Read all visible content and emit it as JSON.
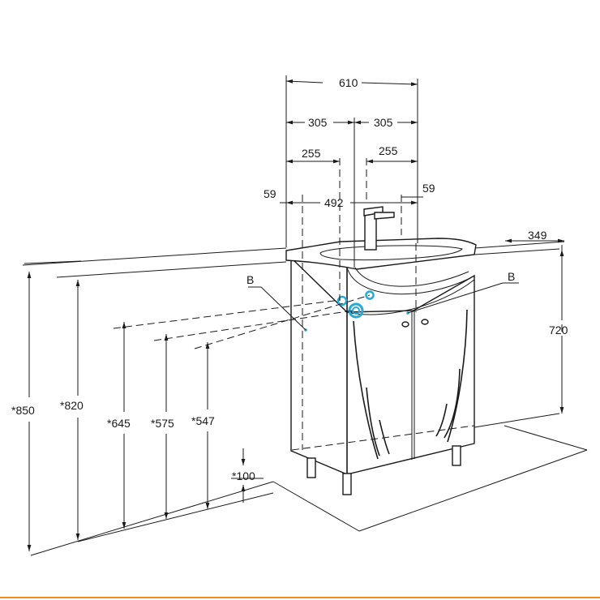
{
  "dimensions": {
    "width_total": "610",
    "half_left": "305",
    "half_right": "305",
    "hole_left": "255",
    "hole_right": "255",
    "offset_left": "59",
    "offset_right": "59",
    "inner_width": "492",
    "depth": "349",
    "height_720": "720",
    "height_850": "*850",
    "height_820": "*820",
    "height_645": "*645",
    "height_575": "*575",
    "height_547": "*547",
    "height_100": "*100"
  },
  "labels": {
    "b_left": "B",
    "b_right": "B"
  },
  "colors": {
    "line": "#1a1a1a",
    "accent": "#29a9d6",
    "bottom_rule": "#f28c1c"
  }
}
